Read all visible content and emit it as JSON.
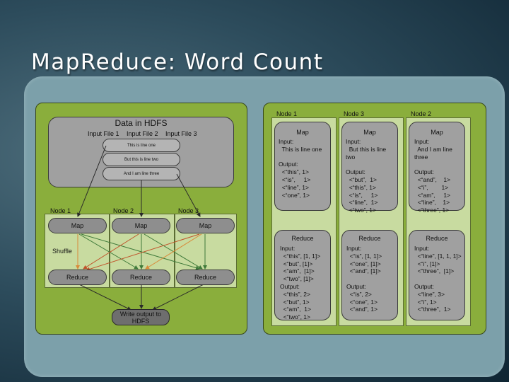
{
  "title": "MapReduce: Word Count",
  "hdfs": {
    "title": "Data in HDFS",
    "files": [
      "Input File 1",
      "Input File 2",
      "Input File 3"
    ],
    "lines": [
      "This is line one",
      "But this is line two",
      "And I am line three"
    ]
  },
  "left_nodes": [
    {
      "label": "Node 1",
      "map": "Map",
      "reduce": "Reduce"
    },
    {
      "label": "Node 2",
      "map": "Map",
      "reduce": "Reduce"
    },
    {
      "label": "Node 3",
      "map": "Map",
      "reduce": "Reduce"
    }
  ],
  "shuffle_label": "Shuffle",
  "write_output": "Write output to HDFS",
  "right_nodes": [
    {
      "label": "Node 1",
      "map": {
        "title": "Map",
        "text": "Input:\n  This is line one\n\nOutput:\n  <“this”, 1>\n  <“is”,     1>\n  <“line”, 1>\n  <“one”, 1>"
      },
      "reduce": {
        "title": "Reduce",
        "text": "Input:\n  <“this”, [1, 1]>\n  <“but”, [1]>\n  <“am”,  [1]>\n  <“two”, [1]>\nOutput:\n  <“this”, 2>\n  <“but”, 1>\n  <“am”,  1>\n  <“two”, 1>"
      }
    },
    {
      "label": "Node 3",
      "map": {
        "title": "Map",
        "text": "Input:\n  But this is line\ntwo\n\nOutput:\n  <“but”,  1>\n  <“this”, 1>\n  <“is”,     1>\n  <“line”,  1>\n  <“two”, 1>"
      },
      "reduce": {
        "title": "Reduce",
        "text": "Input:\n  <“is”, [1, 1]>\n  <“one”, [1]>\n  <“and”, [1]>\n\nOutput:\n  <“is”, 2>\n  <“one”, 1>\n  <“and”, 1>"
      }
    },
    {
      "label": "Node 2",
      "map": {
        "title": "Map",
        "text": "Input:\n  And I am line\nthree\n\nOutput:\n  <“and”,    1>\n  <“i”,        1>\n  <“am”,     1>\n  <“line”,    1>\n  <“three”, 1>"
      },
      "reduce": {
        "title": "Reduce",
        "text": "Input:\n  <“line”, [1, 1, 1]>\n  <“i”, [1]>\n  <“three”,  [1]>\n\nOutput:\n  <“line”, 3>\n  <“i”, 1>\n  <“three”,  1>"
      }
    }
  ],
  "colors": {
    "arrow": "#2a2a2a",
    "shuffle_red": "#c0522a",
    "shuffle_orange": "#d88a3a",
    "shuffle_green": "#3f7a3a"
  }
}
